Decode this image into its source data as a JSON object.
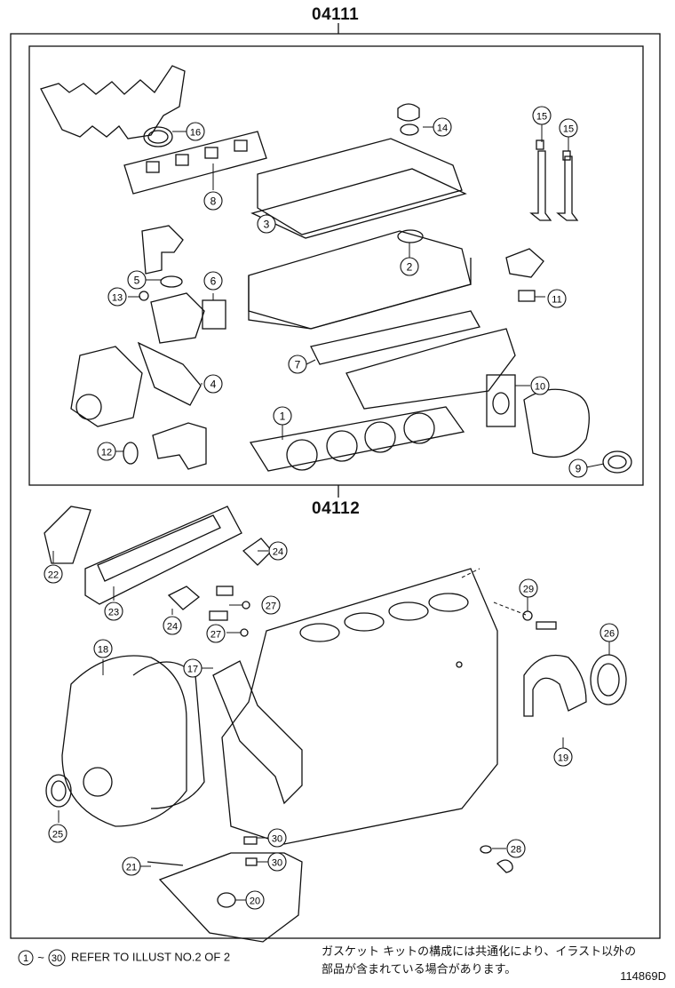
{
  "groups": {
    "top": "04111",
    "bottom": "04112"
  },
  "callouts": [
    {
      "n": "1"
    },
    {
      "n": "2"
    },
    {
      "n": "3"
    },
    {
      "n": "4"
    },
    {
      "n": "5"
    },
    {
      "n": "6"
    },
    {
      "n": "7"
    },
    {
      "n": "8"
    },
    {
      "n": "9"
    },
    {
      "n": "10"
    },
    {
      "n": "11"
    },
    {
      "n": "12"
    },
    {
      "n": "13"
    },
    {
      "n": "14"
    },
    {
      "n": "15"
    },
    {
      "n": "15"
    },
    {
      "n": "16"
    },
    {
      "n": "17"
    },
    {
      "n": "18"
    },
    {
      "n": "19"
    },
    {
      "n": "20"
    },
    {
      "n": "21"
    },
    {
      "n": "22"
    },
    {
      "n": "23"
    },
    {
      "n": "24"
    },
    {
      "n": "24"
    },
    {
      "n": "25"
    },
    {
      "n": "26"
    },
    {
      "n": "27"
    },
    {
      "n": "27"
    },
    {
      "n": "28"
    },
    {
      "n": "29"
    },
    {
      "n": "30"
    },
    {
      "n": "30"
    }
  ],
  "footer": {
    "range_start": "1",
    "range_end": "30",
    "tilde": "~",
    "refer_text": "REFER TO ILLUST NO.2 OF 2",
    "japanese_line1": "ガスケット キットの構成には共通化により、イラスト以外の",
    "japanese_line2": "部品が含まれている場合があります。",
    "figure_code": "114869D"
  }
}
